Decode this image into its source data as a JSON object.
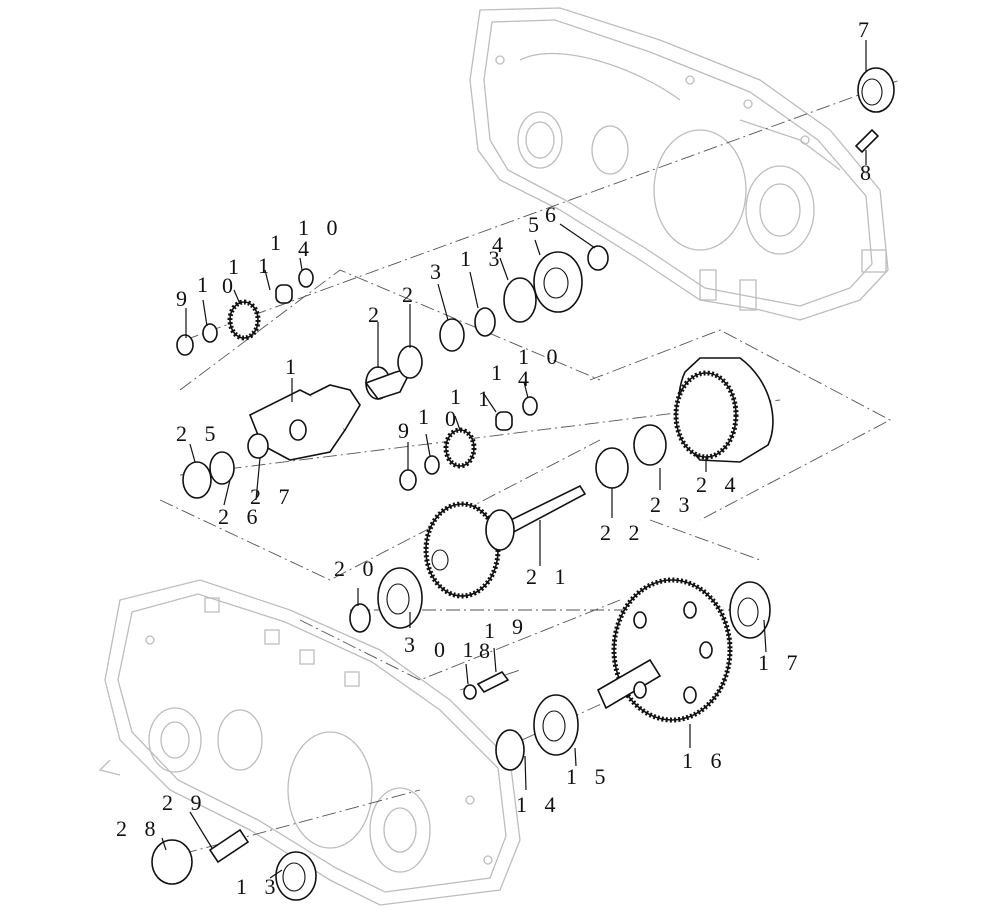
{
  "callouts": [
    {
      "id": "c7a",
      "text": "7"
    },
    {
      "id": "c8a",
      "text": "8"
    },
    {
      "id": "c10a",
      "text": "1 0"
    },
    {
      "id": "c4a",
      "text": "4"
    },
    {
      "id": "c1a",
      "text": "1"
    },
    {
      "id": "c9a",
      "text": "9"
    },
    {
      "id": "c1b",
      "text": "1"
    },
    {
      "id": "c0a",
      "text": "0"
    },
    {
      "id": "c1c",
      "text": "1"
    },
    {
      "id": "c1d",
      "text": "1"
    },
    {
      "id": "c6a",
      "text": "6"
    },
    {
      "id": "c5a",
      "text": "5"
    },
    {
      "id": "c4b",
      "text": "4"
    },
    {
      "id": "c13a",
      "text": "1 3"
    },
    {
      "id": "c3a",
      "text": "3"
    },
    {
      "id": "c2a",
      "text": "2"
    },
    {
      "id": "c2b",
      "text": "2"
    },
    {
      "id": "c1e",
      "text": "1"
    },
    {
      "id": "c25",
      "text": "2 5"
    },
    {
      "id": "c27",
      "text": "2  7"
    },
    {
      "id": "c26",
      "text": "2 6"
    },
    {
      "id": "c10b",
      "text": "1 0"
    },
    {
      "id": "c4c",
      "text": "4"
    },
    {
      "id": "c1f",
      "text": "1"
    },
    {
      "id": "c9b",
      "text": "9"
    },
    {
      "id": "c1g",
      "text": "1"
    },
    {
      "id": "c0b",
      "text": "0"
    },
    {
      "id": "c1h",
      "text": "1"
    },
    {
      "id": "c1i",
      "text": "1"
    },
    {
      "id": "c23",
      "text": "2  3"
    },
    {
      "id": "c24",
      "text": "2  4"
    },
    {
      "id": "c22",
      "text": "2  2"
    },
    {
      "id": "c21",
      "text": "2  1"
    },
    {
      "id": "c20",
      "text": "2  0"
    },
    {
      "id": "c3b",
      "text": "3"
    },
    {
      "id": "c01",
      "text": "0 1"
    },
    {
      "id": "c1j",
      "text": "1"
    },
    {
      "id": "c8b",
      "text": "8"
    },
    {
      "id": "c9c",
      "text": "9"
    },
    {
      "id": "c17",
      "text": "1  7"
    },
    {
      "id": "c16",
      "text": "1  6"
    },
    {
      "id": "c15",
      "text": "1  5"
    },
    {
      "id": "c14",
      "text": "1  4"
    },
    {
      "id": "c29",
      "text": "2  9"
    },
    {
      "id": "c28",
      "text": "2  8"
    },
    {
      "id": "c13b",
      "text": "1  3"
    }
  ]
}
